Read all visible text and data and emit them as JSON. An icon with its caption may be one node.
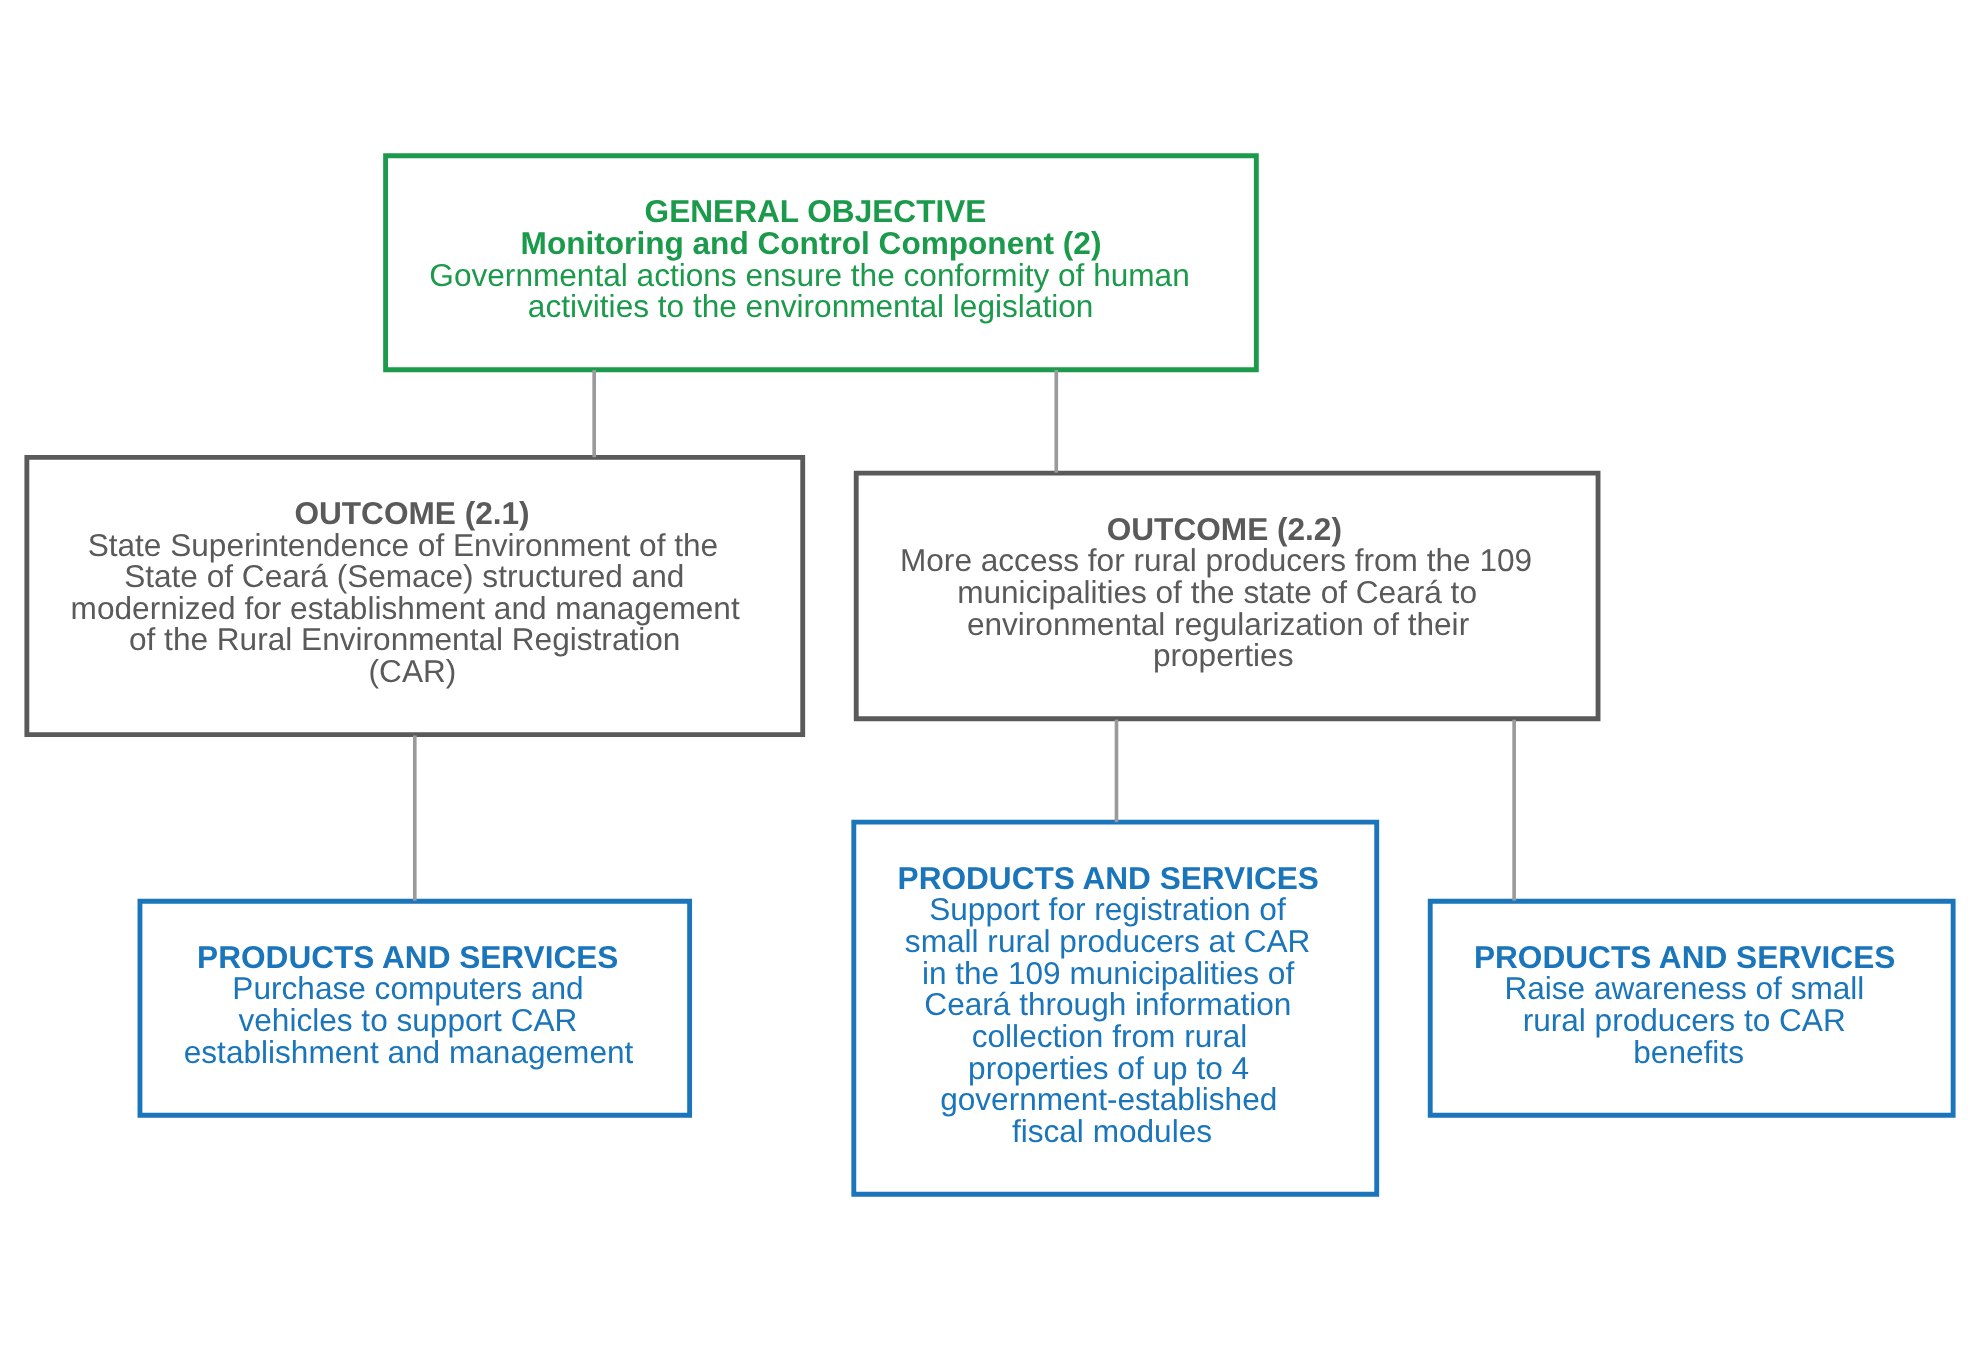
{
  "diagram": {
    "nodes": [
      {
        "text": [
          "GENERAL OBJECTIVE",
          "Monitoring and Control Component (2)",
          "Governmental actions ensure the conformity of human activities to the environmental legislation"
        ]
      },
      {
        "text": [
          "OUTCOME (2.1)",
          "State Superintendence of Environment of the State of Ceará (Semace) structured and modernized for establishment and management of the Rural Environmental Registration (CAR)"
        ]
      },
      {
        "text": [
          "OUTCOME (2.2)",
          "More access for rural producers from the 109 municipalities of the state of Ceará to environmental regularization of their properties"
        ]
      },
      {
        "text": [
          "PRODUCTS AND SERVICES",
          "Purchase computers and vehicles to support CAR establishment and management"
        ]
      },
      {
        "text": [
          "PRODUCTS AND SERVICES",
          "Support for registration of small rural producers at CAR in the 109 municipalities of Ceará through information collection from rural properties of up to 4 government-established fiscal modules"
        ]
      },
      {
        "text": [
          "PRODUCTS AND SERVICES",
          "Raise awareness of small rural producers to CAR benefits"
        ]
      }
    ],
    "edges": [
      {
        "from": 0,
        "to": 1,
        "arrow": "none"
      },
      {
        "from": 0,
        "to": 2,
        "arrow": "none"
      },
      {
        "from": 1,
        "to": 3,
        "arrow": "none"
      },
      {
        "from": 2,
        "to": 4,
        "arrow": "none"
      },
      {
        "from": 2,
        "to": 5,
        "arrow": "none"
      }
    ]
  }
}
